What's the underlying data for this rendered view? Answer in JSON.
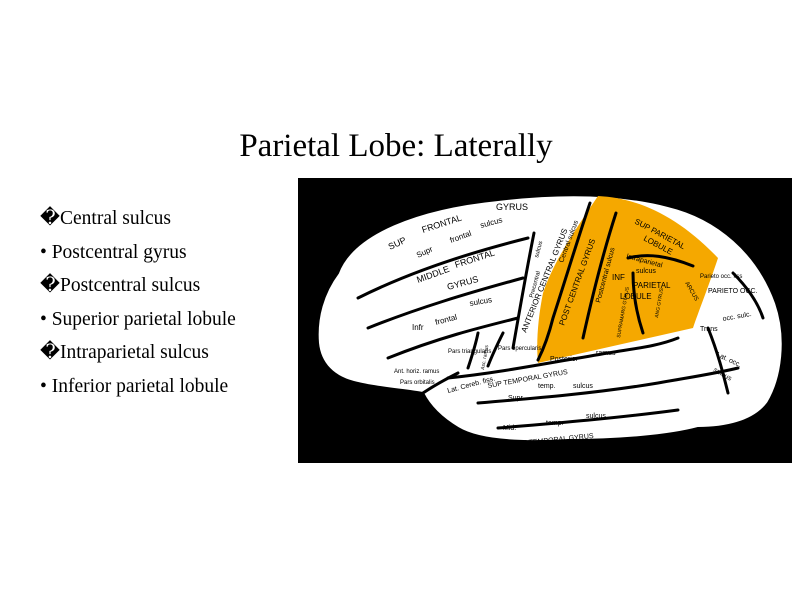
{
  "title": "Parietal Lobe: Laterally",
  "bullets": [
    "�Central sulcus",
    "• Postcentral gyrus",
    "�Postcentral sulcus",
    "• Superior parietal lobule",
    "�Intraparietal sulcus",
    "• Inferior parietal lobule"
  ],
  "colors": {
    "background_panel": "#000000",
    "brain": "#ffffff",
    "parietal_highlight": "#f5a800"
  },
  "brain_labels": {
    "gyrus_top": "GYRUS",
    "frontal": "FRONTAL",
    "sulcus_a": "sulcus",
    "sup": "SUP",
    "supr": "Supr",
    "frontal_sm": "frontal",
    "middle": "MIDDLE",
    "frontal_b": "FRONTAL",
    "gyrus_b": "GYRUS",
    "sulcus_b": "sulcus",
    "infr": "Infr",
    "frontal_c": "frontal",
    "precentral": "Precentral",
    "sulcus_c": "sulcus",
    "anterior_central": "ANTERIOR CENTRAL GYRUS",
    "central_sulcus": "Central sulcus",
    "post_central": "POST CENTRAL GYRUS",
    "postcentral_sulcus": "Postcentral sulcus",
    "sup_parietal": "SUP PARIETAL",
    "lobule": "LOBULE",
    "intraparietal": "Intraparietal",
    "sulcus_ip": "sulcus",
    "inf": "INF",
    "parietal": "PARIETAL",
    "lobule_inf": "LOBULE",
    "supramarg": "SUPRAMARG GYRUS",
    "ang": "ANG GYRUS",
    "arcus": "ARCUS",
    "parieto_occ_fiss": "Parieto occ. fiss",
    "parieto_occ": "PARIETO OCC.",
    "trans": "Trans",
    "occ_sulc": "occ. sulc.",
    "lat_occ": "Lat. occ.",
    "sulcus_occ": "sulcus",
    "pars_triangularis": "Pars triangularis",
    "asc_ramus": "Asc. ramus",
    "pars_opercularis": "Pars opercularis",
    "ant_horiz_ramus": "Ant. horiz. ramus",
    "pars_orbitalis": "Pars orbitalis",
    "posterior": "Posterior",
    "ramus": "ramus",
    "lat_cereb_fiss": "Lat. Cereb. fiss.",
    "sup_temporal": "SUP TEMPORAL GYRUS",
    "supr_t": "Supr",
    "temp": "temp.",
    "sulcus_t": "sulcus",
    "mid": "Mid.",
    "temp_b": "temp.",
    "sulcus_t2": "sulcus",
    "inf_temporal": "INF TEMPORAL GYRUS"
  }
}
